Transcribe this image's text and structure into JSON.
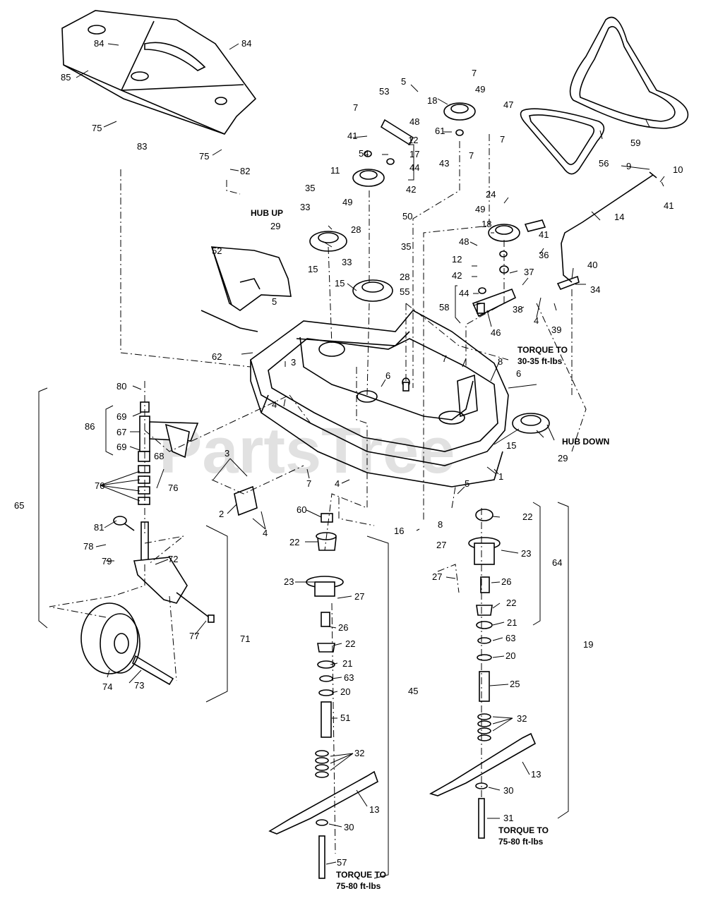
{
  "watermark": "PartsTree",
  "notes": {
    "hub_up": "HUB UP",
    "hub_down": "HUB DOWN",
    "torque_right_deck": [
      "TORQUE TO",
      "30-35 ft-lbs"
    ],
    "torque_right_blade": [
      "TORQUE TO",
      "75-80 ft-lbs"
    ],
    "torque_left_blade": [
      "TORQUE TO",
      "75-80 ft-lbs"
    ]
  },
  "callouts": [
    "84",
    "84",
    "85",
    "75",
    "83",
    "75",
    "82",
    "5",
    "53",
    "7",
    "7",
    "49",
    "18",
    "47",
    "7",
    "7",
    "48",
    "12",
    "17",
    "61",
    "41",
    "54",
    "44",
    "43",
    "11",
    "42",
    "35",
    "49",
    "50",
    "33",
    "28",
    "29",
    "15",
    "35",
    "33",
    "28",
    "15",
    "55",
    "52",
    "5",
    "59",
    "56",
    "9",
    "10",
    "41",
    "14",
    "24",
    "49",
    "18",
    "36",
    "41",
    "48",
    "12",
    "40",
    "37",
    "42",
    "44",
    "34",
    "38",
    "4",
    "39",
    "58",
    "46",
    "62",
    "3",
    "4",
    "6",
    "7",
    "8",
    "6",
    "80",
    "69",
    "67",
    "69",
    "86",
    "68",
    "76",
    "70",
    "65",
    "3",
    "2",
    "4",
    "7",
    "4",
    "5",
    "1",
    "15",
    "29",
    "60",
    "22",
    "23",
    "27",
    "16",
    "8",
    "27",
    "22",
    "23",
    "27",
    "26",
    "22",
    "21",
    "63",
    "20",
    "51",
    "32",
    "13",
    "30",
    "57",
    "45",
    "26",
    "22",
    "21",
    "63",
    "20",
    "25",
    "32",
    "13",
    "30",
    "31",
    "64",
    "19",
    "81",
    "78",
    "79",
    "72",
    "77",
    "71",
    "74",
    "73"
  ]
}
